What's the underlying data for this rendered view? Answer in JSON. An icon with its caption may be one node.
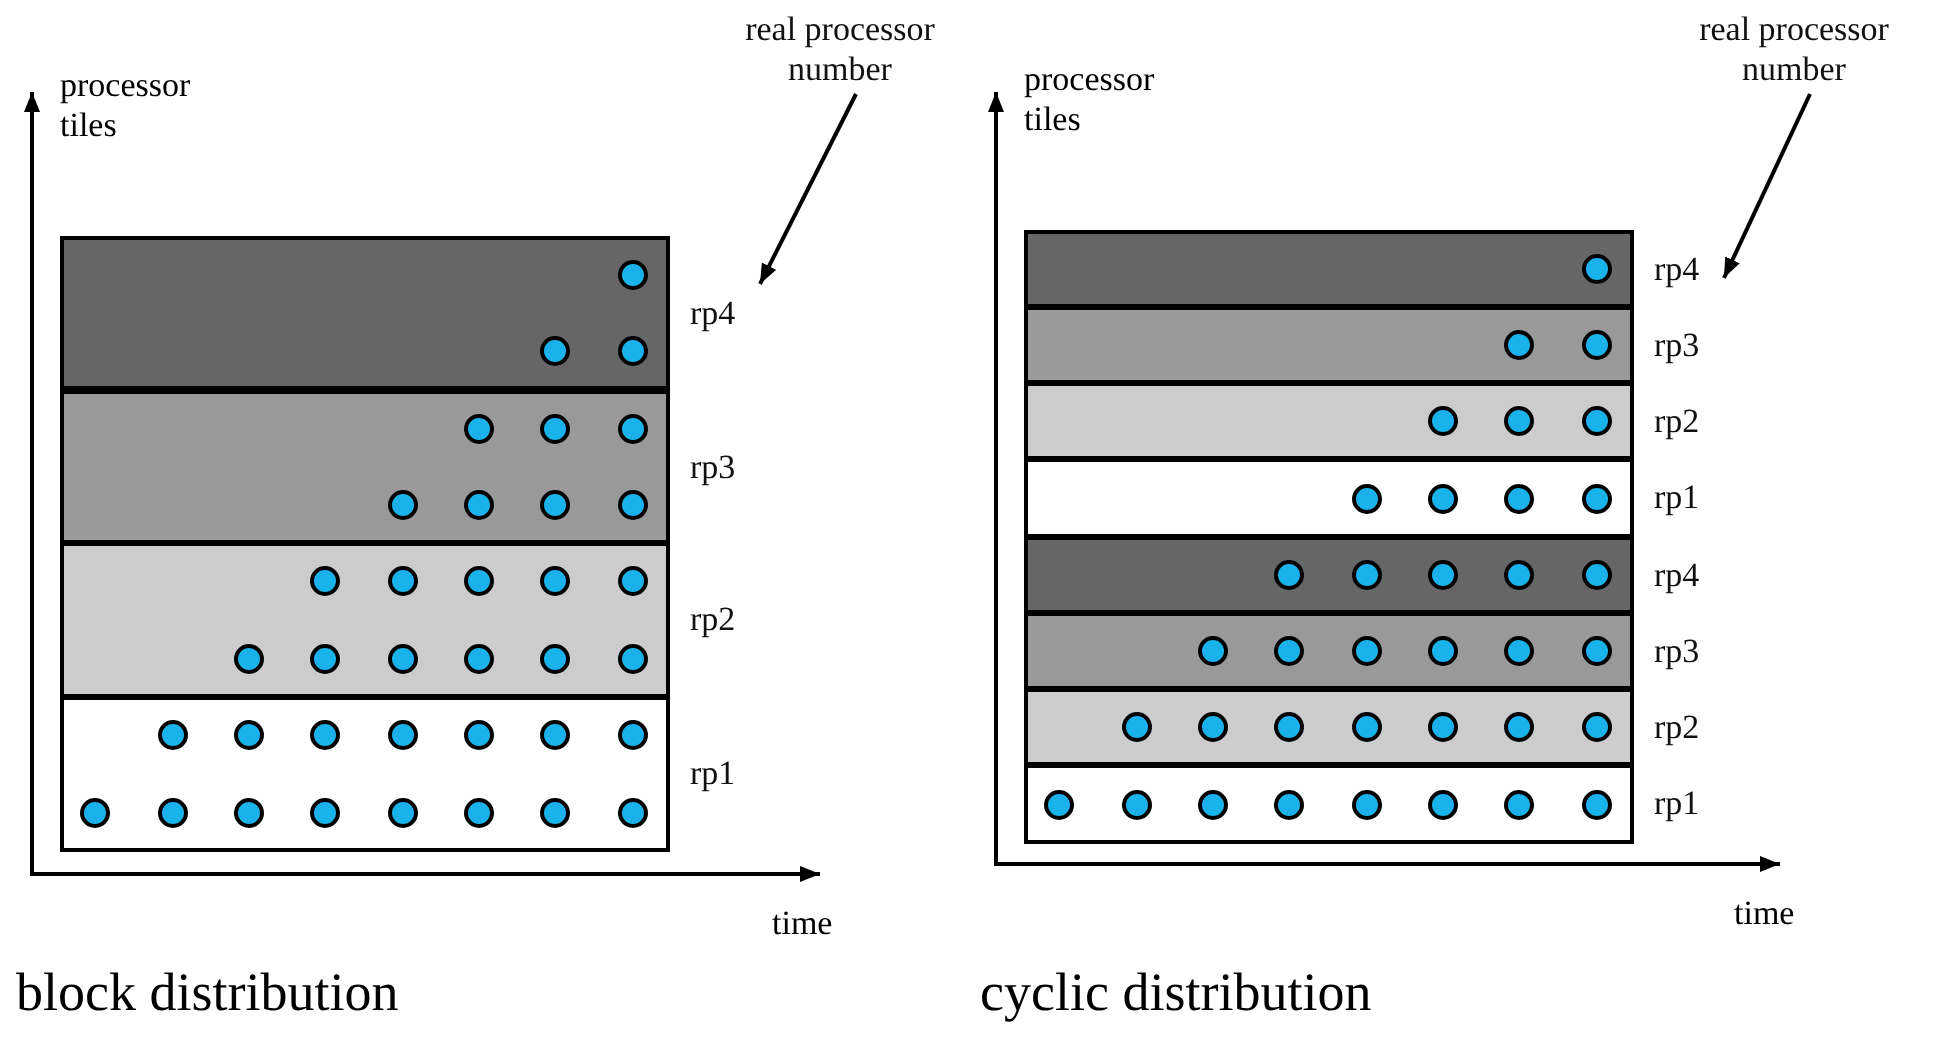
{
  "diagram": {
    "nodes": [
      {
        "text": [
          "real processor number"
        ]
      },
      {
        "text": [
          "rp4"
        ]
      },
      {
        "text": [],
        "shape": "circle",
        "in": 1
      },
      {
        "text": [],
        "shape": "circle",
        "in": 1
      },
      {
        "text": [],
        "shape": "circle",
        "in": 1
      },
      {
        "text": [
          "rp3"
        ]
      },
      {
        "text": [],
        "shape": "circle",
        "in": 5
      },
      {
        "text": [],
        "shape": "circle",
        "in": 5
      },
      {
        "text": [],
        "shape": "circle",
        "in": 5
      },
      {
        "text": [],
        "shape": "circle",
        "in": 5
      },
      {
        "text": [],
        "shape": "circle",
        "in": 5
      },
      {
        "text": [],
        "shape": "circle",
        "in": 5
      },
      {
        "text": [],
        "shape": "circle",
        "in": 5
      },
      {
        "text": [
          "rp2"
        ]
      },
      {
        "text": [],
        "shape": "circle",
        "in": 13
      },
      {
        "text": [],
        "shape": "circle",
        "in": 13
      },
      {
        "text": [],
        "shape": "circle",
        "in": 13
      },
      {
        "text": [],
        "shape": "circle",
        "in": 13
      },
      {
        "text": [],
        "shape": "circle",
        "in": 13
      },
      {
        "text": [],
        "shape": "circle",
        "in": 13
      },
      {
        "text": [],
        "shape": "circle",
        "in": 13
      },
      {
        "text": [],
        "shape": "circle",
        "in": 13
      },
      {
        "text": [],
        "shape": "circle",
        "in": 13
      },
      {
        "text": [],
        "shape": "circle",
        "in": 13
      },
      {
        "text": [],
        "shape": "circle",
        "in": 13
      },
      {
        "text": [
          "rp1"
        ]
      },
      {
        "text": [],
        "shape": "circle",
        "in": 25
      },
      {
        "text": [],
        "shape": "circle",
        "in": 25
      },
      {
        "text": [],
        "shape": "circle",
        "in": 25
      },
      {
        "text": [],
        "shape": "circle",
        "in": 25
      },
      {
        "text": [],
        "shape": "circle",
        "in": 25
      },
      {
        "text": [],
        "shape": "circle",
        "in": 25
      },
      {
        "text": [],
        "shape": "circle",
        "in": 25
      },
      {
        "text": [],
        "shape": "circle",
        "in": 25
      },
      {
        "text": [],
        "shape": "circle",
        "in": 25
      },
      {
        "text": [],
        "shape": "circle",
        "in": 25
      },
      {
        "text": [],
        "shape": "circle",
        "in": 25
      },
      {
        "text": [],
        "shape": "circle",
        "in": 25
      },
      {
        "text": [],
        "shape": "circle",
        "in": 25
      },
      {
        "text": [],
        "shape": "circle",
        "in": 25
      },
      {
        "text": [],
        "shape": "circle",
        "in": 25
      },
      {
        "text": [
          "real processor number"
        ]
      },
      {
        "text": [
          "rp4"
        ]
      },
      {
        "text": [],
        "shape": "circle",
        "in": 42
      },
      {
        "text": [
          "rp3"
        ]
      },
      {
        "text": [],
        "shape": "circle",
        "in": 44
      },
      {
        "text": [],
        "shape": "circle",
        "in": 44
      },
      {
        "text": [
          "rp2"
        ]
      },
      {
        "text": [],
        "shape": "circle",
        "in": 47
      },
      {
        "text": [],
        "shape": "circle",
        "in": 47
      },
      {
        "text": [],
        "shape": "circle",
        "in": 47
      },
      {
        "text": [
          "rp1"
        ]
      },
      {
        "text": [],
        "shape": "circle",
        "in": 51
      },
      {
        "text": [],
        "shape": "circle",
        "in": 51
      },
      {
        "text": [],
        "shape": "circle",
        "in": 51
      },
      {
        "text": [],
        "shape": "circle",
        "in": 51
      },
      {
        "text": [
          "rp4"
        ]
      },
      {
        "text": [],
        "shape": "circle",
        "in": 56
      },
      {
        "text": [],
        "shape": "circle",
        "in": 56
      },
      {
        "text": [],
        "shape": "circle",
        "in": 56
      },
      {
        "text": [],
        "shape": "circle",
        "in": 56
      },
      {
        "text": [],
        "shape": "circle",
        "in": 56
      },
      {
        "text": [
          "rp3"
        ]
      },
      {
        "text": [],
        "shape": "circle",
        "in": 62
      },
      {
        "text": [],
        "shape": "circle",
        "in": 62
      },
      {
        "text": [],
        "shape": "circle",
        "in": 62
      },
      {
        "text": [],
        "shape": "circle",
        "in": 62
      },
      {
        "text": [],
        "shape": "circle",
        "in": 62
      },
      {
        "text": [],
        "shape": "circle",
        "in": 62
      },
      {
        "text": [
          "rp2"
        ]
      },
      {
        "text": [],
        "shape": "circle",
        "in": 69
      },
      {
        "text": [],
        "shape": "circle",
        "in": 69
      },
      {
        "text": [],
        "shape": "circle",
        "in": 69
      },
      {
        "text": [],
        "shape": "circle",
        "in": 69
      },
      {
        "text": [],
        "shape": "circle",
        "in": 69
      },
      {
        "text": [],
        "shape": "circle",
        "in": 69
      },
      {
        "text": [],
        "shape": "circle",
        "in": 69
      },
      {
        "text": [
          "rp1"
        ]
      },
      {
        "text": [],
        "shape": "circle",
        "in": 77
      },
      {
        "text": [],
        "shape": "circle",
        "in": 77
      },
      {
        "text": [],
        "shape": "circle",
        "in": 77
      },
      {
        "text": [],
        "shape": "circle",
        "in": 77
      },
      {
        "text": [],
        "shape": "circle",
        "in": 77
      },
      {
        "text": [],
        "shape": "circle",
        "in": 77
      },
      {
        "text": [],
        "shape": "circle",
        "in": 77
      },
      {
        "text": [],
        "shape": "circle",
        "in": 77
      }
    ],
    "edges": [
      {
        "from": 0,
        "to": 1,
        "arrow": "to"
      },
      {
        "from": 41,
        "to": 42,
        "arrow": "to"
      }
    ],
    "labels": [
      "processor tiles",
      "time",
      "block distribution",
      "processor tiles",
      "time",
      "cyclic distribution"
    ]
  }
}
